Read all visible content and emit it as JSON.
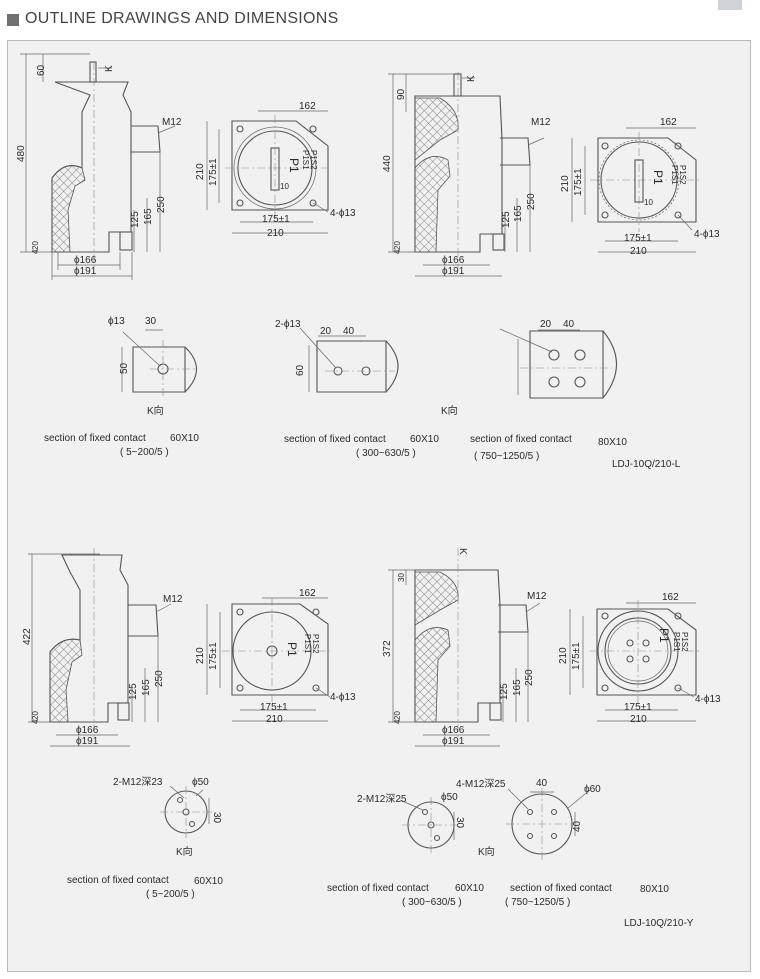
{
  "header": {
    "title": "OUTLINE DRAWINGS AND DIMENSIONS"
  },
  "colors": {
    "background": "#f1f1f1",
    "panel_border": "#b9b9b9",
    "line": "#555555",
    "hatch": "#777777"
  },
  "drawing1": {
    "dims": {
      "d60": "60",
      "k": "K",
      "d480": "480",
      "m12": "M12",
      "d125": "125",
      "d165": "165",
      "d250": "250",
      "d20": "20",
      "d4": "4",
      "phi166": "ϕ166",
      "phi191": "ϕ191"
    }
  },
  "plan1": {
    "d162": "162",
    "d210v": "210",
    "d175v": "175±1",
    "p1": "P1",
    "s1": "P1S1",
    "s2": "P1S2",
    "d10": "10",
    "hole": "4-ϕ13",
    "d175h": "175±1",
    "d210h": "210"
  },
  "drawing2": {
    "dims": {
      "d90": "90",
      "k": "K",
      "d440": "440",
      "m12": "M12",
      "d125": "125",
      "d165": "165",
      "d250": "250",
      "d20": "20",
      "d4": "4",
      "phi166": "ϕ166",
      "phi191": "ϕ191"
    }
  },
  "plan2": {
    "d162": "162",
    "d210v": "210",
    "d175v": "175±1",
    "p1": "P1",
    "s1": "P1S1",
    "s2": "P1S2",
    "d10": "10",
    "hole": "4-ϕ13",
    "d175h": "175±1",
    "d210h": "210"
  },
  "kview1": {
    "phi13": "ϕ13",
    "d30": "30",
    "d50": "50",
    "kdir": "K向"
  },
  "kview2": {
    "hole": "2-ϕ13",
    "d20": "20",
    "d40": "40",
    "d60": "60",
    "kdir": "K向"
  },
  "kview3": {
    "d20": "20",
    "d40": "40"
  },
  "section_row1": [
    {
      "label": "section of fixed contact",
      "size": "60X10",
      "range": "( 5~200/5 )"
    },
    {
      "label": "section of fixed contact",
      "size": "60X10",
      "range": "( 300~630/5 )"
    },
    {
      "label": "section of fixed contact",
      "size": "80X10",
      "range": "( 750~1250/5 )"
    }
  ],
  "model1": "LDJ-10Q/210-L",
  "drawing3": {
    "dims": {
      "d422": "422",
      "m12": "M12",
      "d125": "125",
      "d165": "165",
      "d250": "250",
      "d20": "20",
      "d4": "4",
      "phi166": "ϕ166",
      "phi191": "ϕ191"
    }
  },
  "plan3": {
    "d162": "162",
    "d210v": "210",
    "d175v": "175±1",
    "p1": "P1",
    "s1": "P1S1",
    "s2": "P1S2",
    "hole": "4-ϕ13",
    "d175h": "175±1",
    "d210h": "210"
  },
  "drawing4": {
    "dims": {
      "k": "K",
      "d30": "30",
      "d372": "372",
      "m12": "M12",
      "d125": "125",
      "d165": "165",
      "d250": "250",
      "d20": "20",
      "d4": "4",
      "phi166": "ϕ166",
      "phi191": "ϕ191"
    }
  },
  "plan4": {
    "d162": "162",
    "d210v": "210",
    "d175v": "175±1",
    "p1": "P1",
    "s1": "P1S1",
    "s2": "P1S2",
    "hole": "4-ϕ13",
    "d175h": "175±1",
    "d210h": "210"
  },
  "cview1": {
    "thread": "2-M12深23",
    "phi50": "ϕ50",
    "d30": "30",
    "kdir": "K向"
  },
  "cview2": {
    "thread": "2-M12深25",
    "phi50": "ϕ50",
    "d30": "30",
    "kdir": "K向"
  },
  "cview3": {
    "thread": "4-M12深25",
    "d40a": "40",
    "phi60": "ϕ60",
    "d40b": "40"
  },
  "section_row2": [
    {
      "label": "section of fixed contact",
      "size": "60X10",
      "range": "( 5~200/5 )"
    },
    {
      "label": "section of fixed contact",
      "size": "60X10",
      "range": "( 300~630/5 )"
    },
    {
      "label": "section of fixed contact",
      "size": "80X10",
      "range": "( 750~1250/5 )"
    }
  ],
  "model2": "LDJ-10Q/210-Y"
}
